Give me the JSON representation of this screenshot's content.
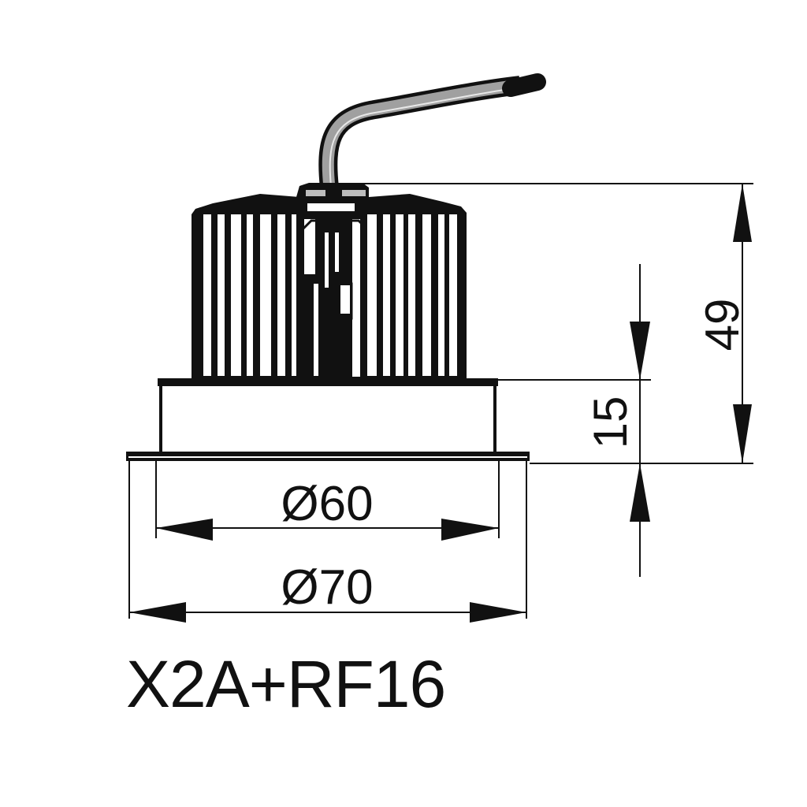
{
  "drawing": {
    "model": "X2A+RF16",
    "dimensions": {
      "inner_diameter": "Ø60",
      "outer_diameter": "Ø70",
      "total_height": "49",
      "trim_height": "15"
    },
    "units_note": "",
    "colors": {
      "line": "#111111",
      "background": "#ffffff",
      "cable": "#9a9a9a"
    }
  }
}
